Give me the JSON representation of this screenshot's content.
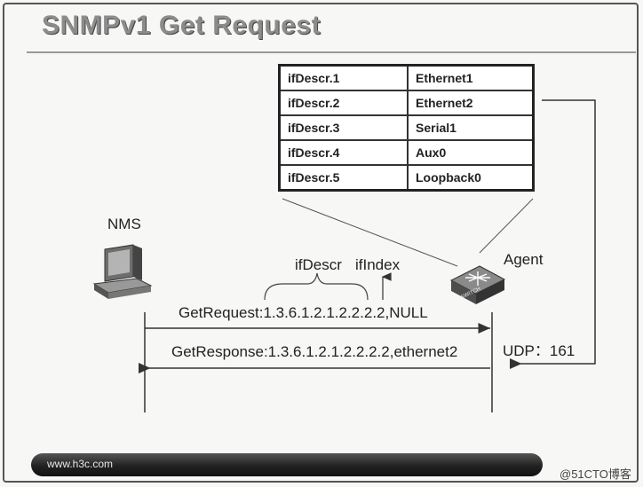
{
  "title": "SNMPv1 Get Request",
  "mib_table": [
    {
      "key": "ifDescr.1",
      "value": "Ethernet1"
    },
    {
      "key": "ifDescr.2",
      "value": "Ethernet2"
    },
    {
      "key": "ifDescr.3",
      "value": "Serial1"
    },
    {
      "key": "ifDescr.4",
      "value": "Aux0"
    },
    {
      "key": "ifDescr.5",
      "value": "Loopback0"
    }
  ],
  "nms_label": "NMS",
  "agent_label": "Agent",
  "switch_text": "SWITCH",
  "ifdescr_label": "ifDescr",
  "ifindex_label": "ifIndex",
  "request_label": "GetRequest:1.3.6.1.2.1.2.2.2.2,NULL",
  "response_label": "GetResponse:1.3.6.1.2.1.2.2.2.2,ethernet2",
  "udp_label": "UDP：161",
  "footer_url": "www.h3c.com",
  "watermark": "@51CTO博客"
}
